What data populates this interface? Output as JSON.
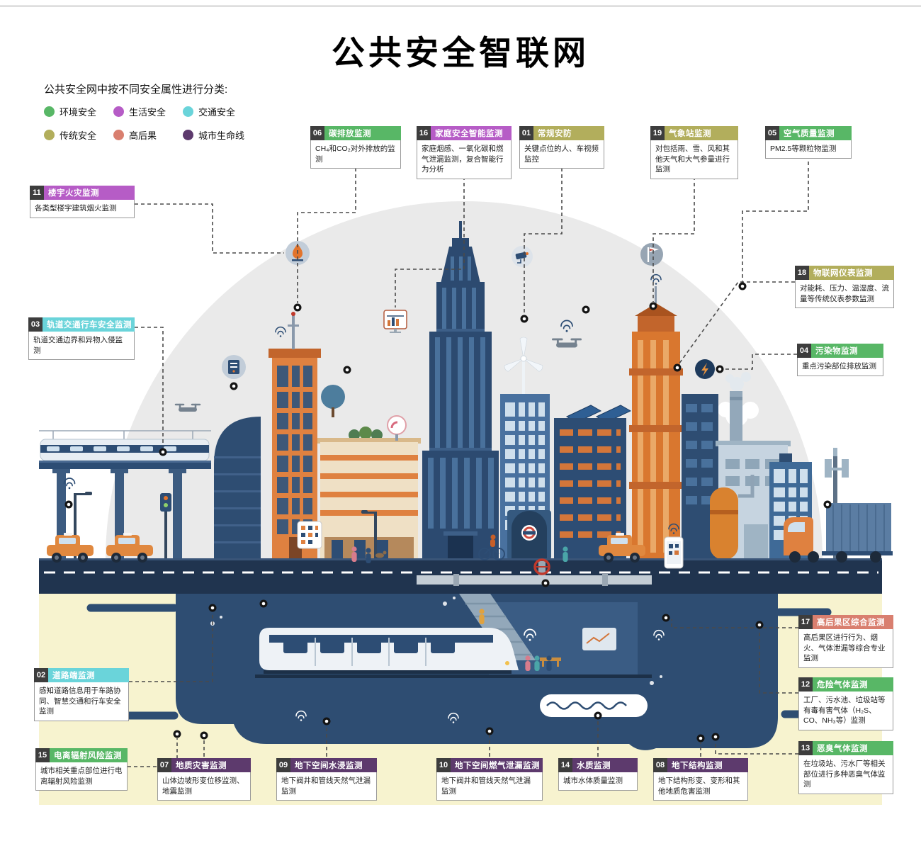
{
  "title": "公共安全智联网",
  "subtitle": "公共安全网中按不同安全属性进行分类:",
  "legend": {
    "items": [
      {
        "label": "环境安全",
        "color": "#58b766"
      },
      {
        "label": "生活安全",
        "color": "#b65cc6"
      },
      {
        "label": "交通安全",
        "color": "#6ad4da"
      },
      {
        "label": "传统安全",
        "color": "#b2ae5c"
      },
      {
        "label": "高后果",
        "color": "#d97f6f"
      },
      {
        "label": "城市生命线",
        "color": "#5d3a6d"
      }
    ]
  },
  "callouts": [
    {
      "num": "06",
      "title": "碳排放监测",
      "desc": "CH₄和CO₂对外排放的监测",
      "category": "环境安全",
      "color": "#58b766"
    },
    {
      "num": "16",
      "title": "家庭安全智能监测",
      "desc": "家庭烟感、一氧化碳和燃气泄漏监测，复合智能行为分析",
      "category": "生活安全",
      "color": "#b65cc6"
    },
    {
      "num": "01",
      "title": "常规安防",
      "desc": "关键点位的人、车视频监控",
      "category": "传统安全",
      "color": "#b2ae5c"
    },
    {
      "num": "19",
      "title": "气象站监测",
      "desc": "对包括雨、雪、风和其他天气和大气参量进行监测",
      "category": "传统安全",
      "color": "#b2ae5c"
    },
    {
      "num": "05",
      "title": "空气质量监测",
      "desc": "PM2.5等颗粒物监测",
      "category": "环境安全",
      "color": "#58b766"
    },
    {
      "num": "11",
      "title": "楼宇火灾监测",
      "desc": "各类型楼宇建筑烟火监测",
      "category": "生活安全",
      "color": "#b65cc6"
    },
    {
      "num": "03",
      "title": "轨道交通行车安全监测",
      "desc": "轨道交通边界和异物入侵监测",
      "category": "交通安全",
      "color": "#6ad4da"
    },
    {
      "num": "18",
      "title": "物联网仪表监测",
      "desc": "对能耗、压力、温湿度、流量等传统仪表参数监测",
      "category": "传统安全",
      "color": "#b2ae5c"
    },
    {
      "num": "04",
      "title": "污染物监测",
      "desc": "重点污染部位排放监测",
      "category": "环境安全",
      "color": "#58b766"
    },
    {
      "num": "17",
      "title": "高后果区综合监测",
      "desc": "高后果区进行行为、烟火、气体泄漏等综合专业监测",
      "category": "高后果",
      "color": "#d97f6f"
    },
    {
      "num": "12",
      "title": "危险气体监测",
      "desc": "工厂、污水池、垃圾站等有毒有害气体（H₂S、CO、NH₃等）监测",
      "category": "环境安全",
      "color": "#58b766"
    },
    {
      "num": "13",
      "title": "恶臭气体监测",
      "desc": "在垃圾站、污水厂等相关部位进行多种恶臭气体监测",
      "category": "环境安全",
      "color": "#58b766"
    },
    {
      "num": "02",
      "title": "道路端监测",
      "desc": "感知道路信息用于车路协同、智慧交通和行车安全监测",
      "category": "交通安全",
      "color": "#6ad4da"
    },
    {
      "num": "15",
      "title": "电离辐射风险监测",
      "desc": "城市相关重点部位进行电离辐射风险监测",
      "category": "环境安全",
      "color": "#58b766"
    },
    {
      "num": "07",
      "title": "地质灾害监测",
      "desc": "山体边坡形变位移监测、地震监测",
      "category": "城市生命线",
      "color": "#5d3a6d"
    },
    {
      "num": "09",
      "title": "地下空间水浸监测",
      "desc": "地下阀井和管线天然气泄漏监测",
      "category": "城市生命线",
      "color": "#5d3a6d"
    },
    {
      "num": "10",
      "title": "地下空间燃气泄漏监测",
      "desc": "地下阀井和管线天然气泄漏监测",
      "category": "城市生命线",
      "color": "#5d3a6d"
    },
    {
      "num": "14",
      "title": "水质监测",
      "desc": "城市水体质量监测",
      "category": "城市生命线",
      "color": "#5d3a6d"
    },
    {
      "num": "08",
      "title": "地下结构监测",
      "desc": "地下结构形变、变形和其他地质危害监测",
      "category": "城市生命线",
      "color": "#5d3a6d"
    }
  ],
  "icons": [
    "fire-icon",
    "server-icon",
    "monitor-chart-icon",
    "surveillance-camera-icon",
    "windsock-icon",
    "lightning-icon",
    "drone-icon",
    "wifi-signal-icon",
    "smartphone-icon",
    "app-grid-icon",
    "water-wave-icon",
    "valve-icon"
  ]
}
